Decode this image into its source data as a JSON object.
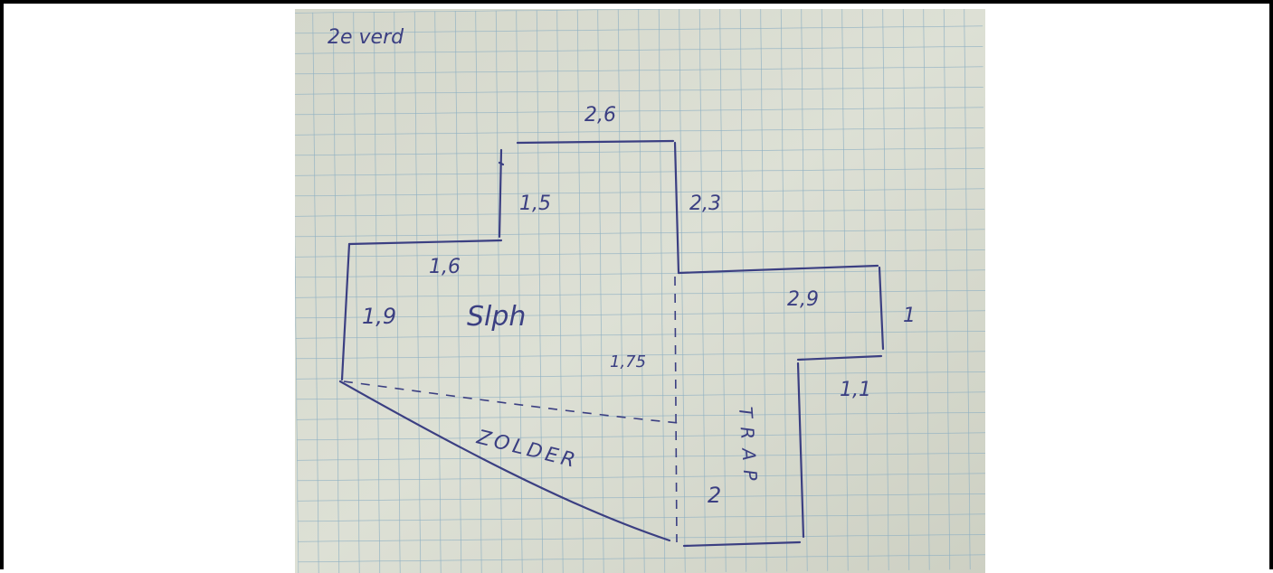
{
  "sketch": {
    "floor_label": "2e verd",
    "room_name": "Slph",
    "attic_label": "ZOLDER",
    "stairs_label": "TRAP",
    "dimensions": {
      "top_width": "2,6",
      "upper_left_height": "1,5",
      "right_upper_height": "2,3",
      "room_width": "1,6",
      "room_height": "1,9",
      "divider_height": "1,75",
      "right_ledge_width": "2,9",
      "right_ledge_height": "1",
      "stairs_width": "1,1",
      "stairs_length": "2"
    },
    "colors": {
      "paper": "#d6dacd",
      "grid": "#8fb0c2",
      "ink": "#3b3f82",
      "frame": "#000000"
    }
  }
}
